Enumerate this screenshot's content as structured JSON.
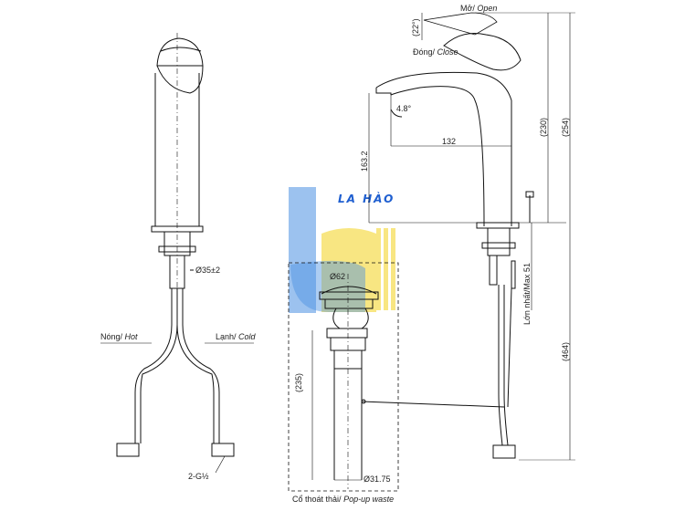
{
  "labels": {
    "mo_open_vn": "Mở/",
    "mo_open_en": "Open",
    "dong_close_vn": "Đóng/",
    "dong_close_en": "Close",
    "angle_22": "(22°)",
    "angle_4_8": "4.8°",
    "nong_hot_vn": "Nóng/",
    "nong_hot_en": "Hot",
    "lanh_cold_vn": "Lạnh/",
    "lanh_cold_en": "Cold",
    "thread": "2-G½",
    "popup_vn": "Cổ thoát thải/",
    "popup_en": "Pop-up waste",
    "max51": "Lớn nhất/Max 51"
  },
  "dimensions": {
    "d132": "132",
    "d163_2": "163.2",
    "d230": "(230)",
    "d254": "(254)",
    "d464": "(464)",
    "d235": "(235)",
    "phi35": "Ø35±2",
    "phi62": "Ø62",
    "phi31_75": "Ø31.75"
  },
  "watermark": {
    "text": "LA HÀO",
    "colors": {
      "blue": "#4a90e2",
      "yellow": "#f2d21b"
    }
  }
}
